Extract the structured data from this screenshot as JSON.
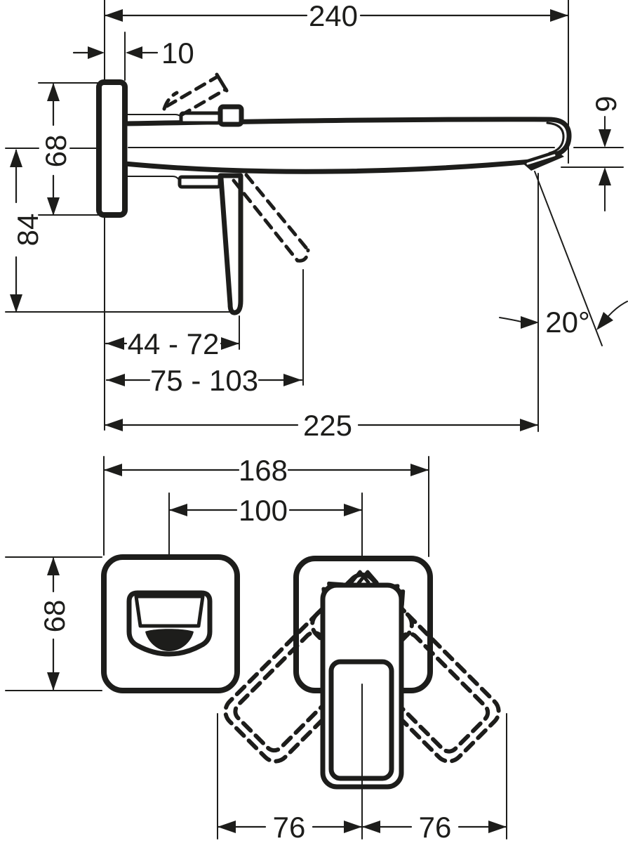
{
  "drawing": {
    "kind": "installation dimension drawing",
    "subject": "wall-mounted single-lever basin mixer, side view and front view",
    "colors": {
      "ink": "#1d1d1b",
      "paper": "#ffffff"
    },
    "views": {
      "side": {
        "dims": {
          "d240": "240",
          "d10": "10",
          "d68": "68",
          "d84": "84",
          "d9": "9",
          "angle": "20°",
          "d44_72": "44 - 72",
          "d75_103": "75 - 103",
          "d225": "225"
        }
      },
      "front": {
        "dims": {
          "d168": "168",
          "d100": "100",
          "d68": "68",
          "d76_left": "76",
          "d76_right": "76"
        }
      }
    }
  }
}
